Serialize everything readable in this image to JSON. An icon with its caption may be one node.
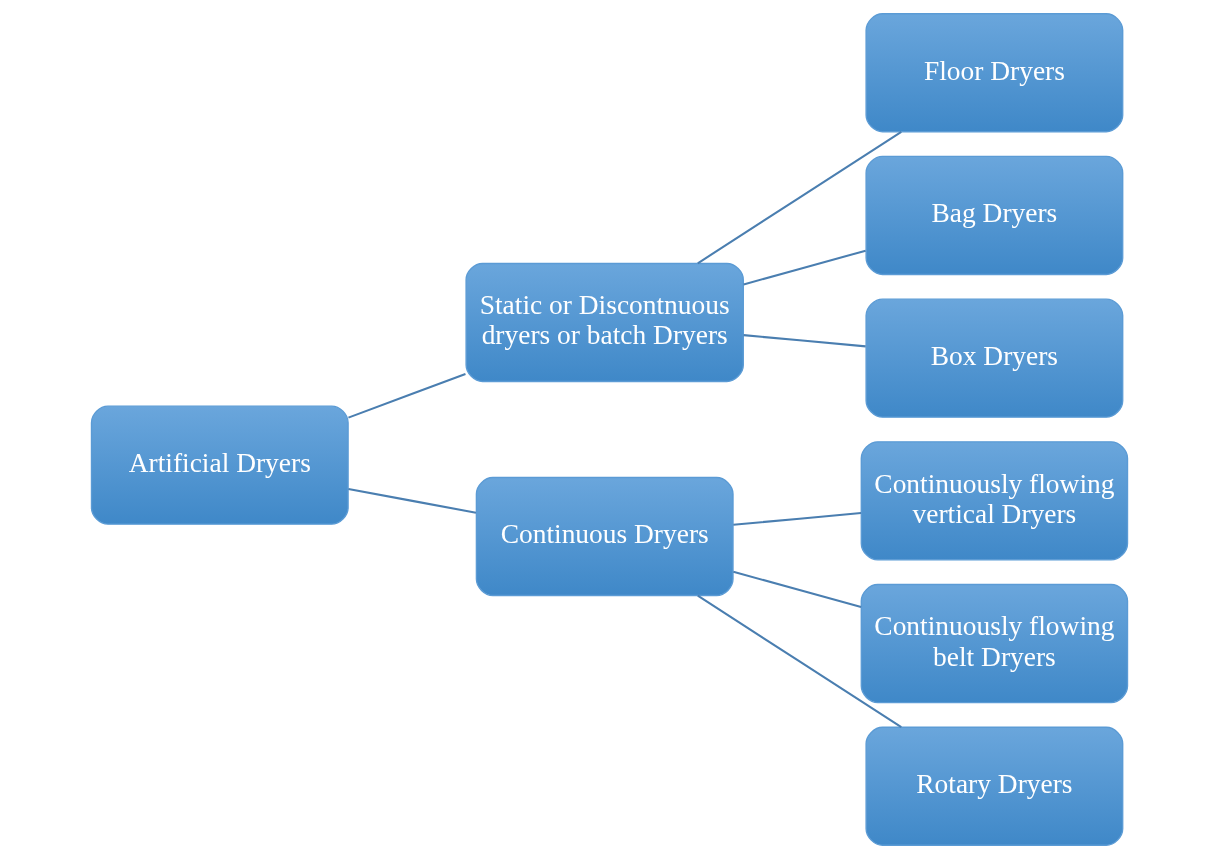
{
  "diagram": {
    "nodes": [
      {
        "text": [
          "Artificial Dryers"
        ]
      },
      {
        "text": [
          "Static or Discontnuous dryers or batch Dryers"
        ]
      },
      {
        "text": [
          "Continuous Dryers"
        ]
      },
      {
        "text": [
          "Floor Dryers"
        ]
      },
      {
        "text": [
          "Bag Dryers"
        ]
      },
      {
        "text": [
          "Box Dryers"
        ]
      },
      {
        "text": [
          "Continuously flowing vertical Dryers"
        ]
      },
      {
        "text": [
          "Continuously flowing belt Dryers"
        ]
      },
      {
        "text": [
          "Rotary Dryers"
        ]
      }
    ],
    "edges": [
      {
        "from": 0,
        "to": 1,
        "arrow": "none"
      },
      {
        "from": 0,
        "to": 2,
        "arrow": "none"
      },
      {
        "from": 1,
        "to": 3,
        "arrow": "none"
      },
      {
        "from": 1,
        "to": 4,
        "arrow": "none"
      },
      {
        "from": 1,
        "to": 5,
        "arrow": "none"
      },
      {
        "from": 2,
        "to": 6,
        "arrow": "none"
      },
      {
        "from": 2,
        "to": 7,
        "arrow": "none"
      },
      {
        "from": 2,
        "to": 8,
        "arrow": "none"
      }
    ]
  }
}
